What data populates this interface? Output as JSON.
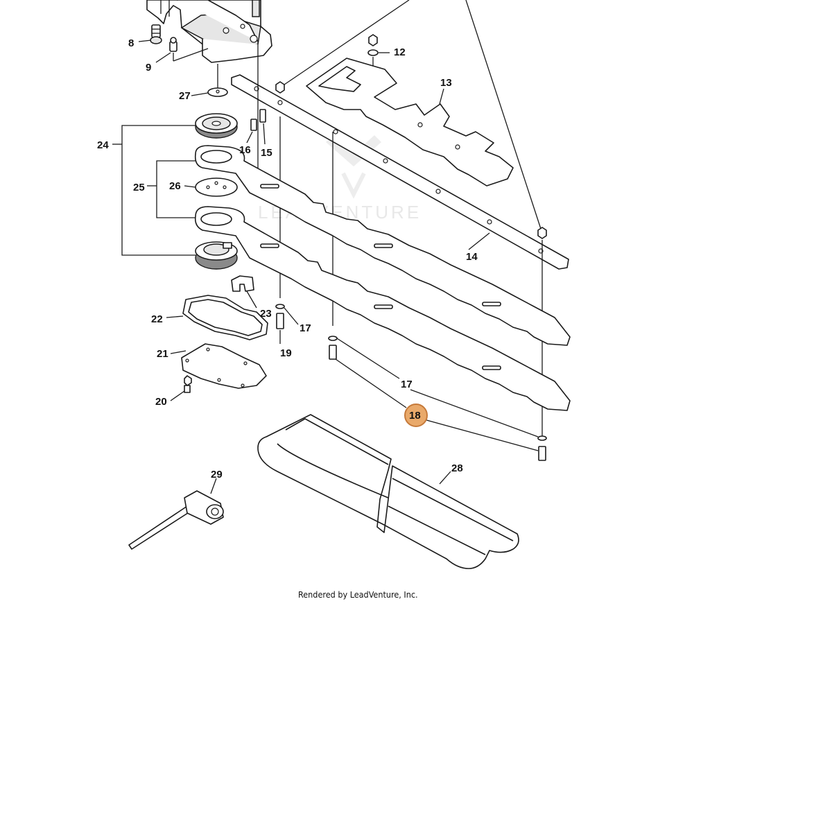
{
  "callouts": [
    {
      "id": "8",
      "label": "8"
    },
    {
      "id": "9",
      "label": "9"
    },
    {
      "id": "12",
      "label": "12"
    },
    {
      "id": "13",
      "label": "13"
    },
    {
      "id": "27",
      "label": "27"
    },
    {
      "id": "24",
      "label": "24"
    },
    {
      "id": "16",
      "label": "16"
    },
    {
      "id": "15",
      "label": "15"
    },
    {
      "id": "25",
      "label": "25"
    },
    {
      "id": "26",
      "label": "26"
    },
    {
      "id": "14",
      "label": "14"
    },
    {
      "id": "23",
      "label": "23"
    },
    {
      "id": "22",
      "label": "22"
    },
    {
      "id": "17a",
      "label": "17"
    },
    {
      "id": "19",
      "label": "19"
    },
    {
      "id": "21",
      "label": "21"
    },
    {
      "id": "20",
      "label": "20"
    },
    {
      "id": "17b",
      "label": "17"
    },
    {
      "id": "18",
      "label": "18"
    },
    {
      "id": "28",
      "label": "28"
    },
    {
      "id": "29",
      "label": "29"
    }
  ],
  "highlighted_callout": "18",
  "watermark": "LEADVENTURE",
  "credit": "Rendered by LeadVenture, Inc.",
  "colors": {
    "highlight": "#e9a96a",
    "line": "#1a1a1a"
  }
}
